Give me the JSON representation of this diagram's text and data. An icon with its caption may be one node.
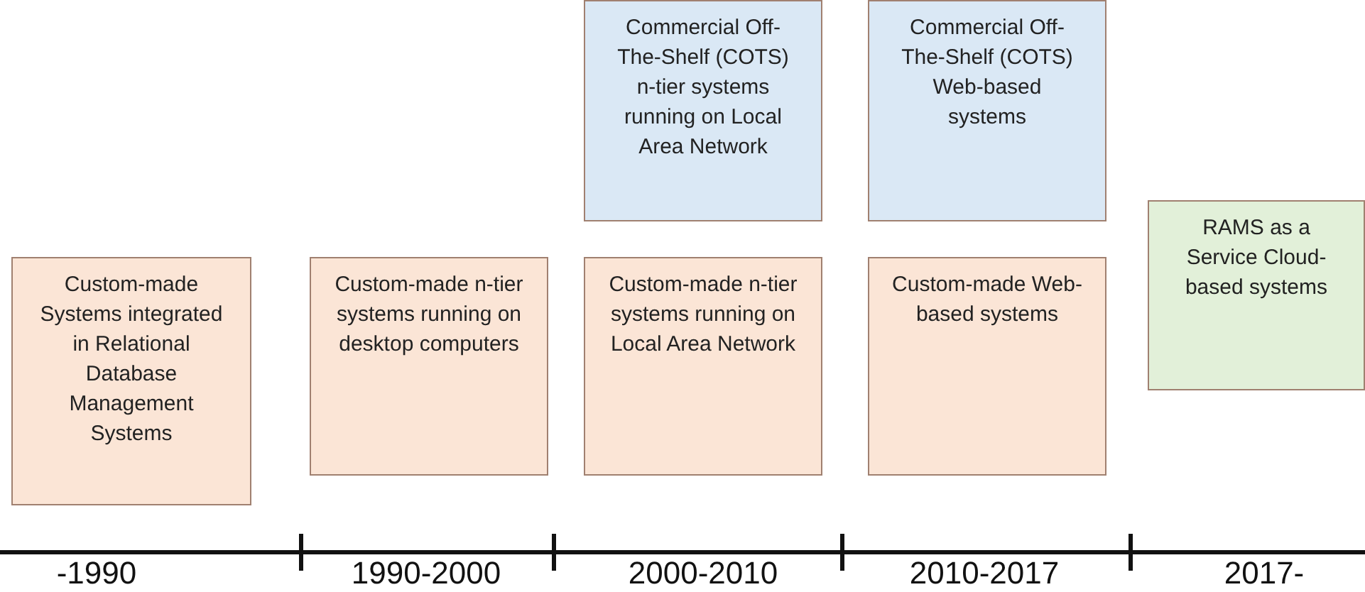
{
  "diagram": {
    "nodes": [
      {
        "text": [
          "Custom-made Systems integrated in Relational Database Management Systems"
        ]
      },
      {
        "text": [
          "Custom-made n-tier systems running on desktop computers"
        ]
      },
      {
        "text": [
          "Commercial Off-The-Shelf (COTS) n-tier systems running on Local Area Network"
        ]
      },
      {
        "text": [
          "Custom-made n-tier systems running on Local Area Network"
        ]
      },
      {
        "text": [
          "Commercial Off-The-Shelf (COTS) Web-based systems"
        ]
      },
      {
        "text": [
          "Custom-made Web-based systems"
        ]
      },
      {
        "text": [
          "RAMS as a Service Cloud-based systems"
        ]
      }
    ],
    "labels": [
      "-1990",
      "1990-2000",
      "2000-2010",
      "2010-2017",
      "2017-"
    ]
  }
}
